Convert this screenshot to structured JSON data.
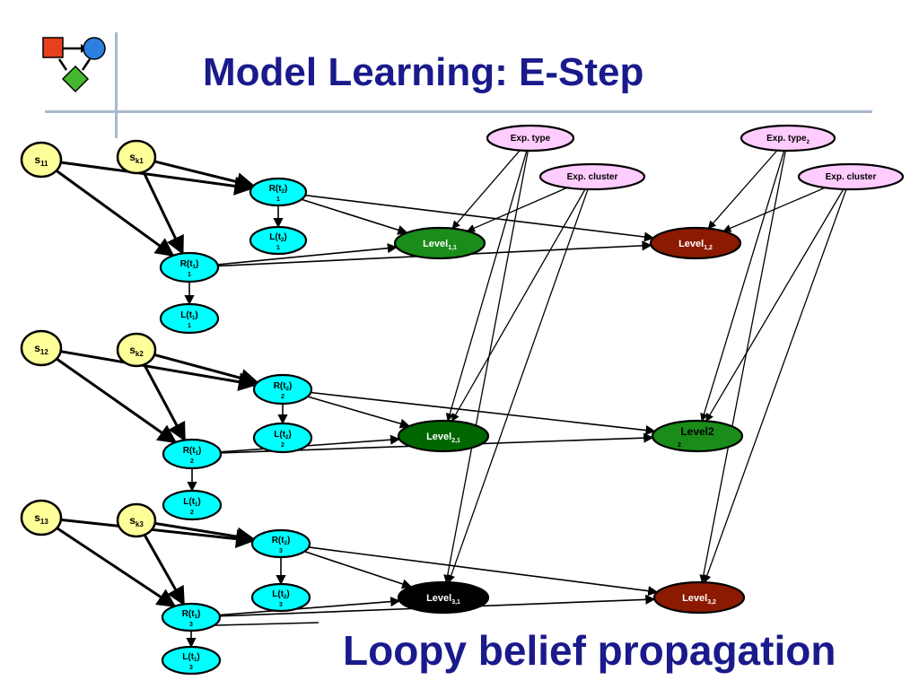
{
  "slide": {
    "title": "Model Learning: E-Step",
    "caption": "Loopy belief propagation",
    "logo_icon": "model-network-icon",
    "colors": {
      "title": "#1a1a8c",
      "s_node": "#ffff99",
      "r_node": "#00ffff",
      "exp_node": "#ffccff",
      "level_green_dark": "#006600",
      "level_green": "#1a8c1a",
      "level_brown": "#8b1a00",
      "level_black": "#000000"
    }
  },
  "nodes": {
    "s11": {
      "main": "s",
      "sub": "11"
    },
    "sk1": {
      "main": "s",
      "sub": "k1"
    },
    "s12": {
      "main": "s",
      "sub": "12"
    },
    "sk2": {
      "main": "s",
      "sub": "k2"
    },
    "s13": {
      "main": "s",
      "sub": "13"
    },
    "sk3": {
      "main": "s",
      "sub": "k3"
    },
    "Rt2_1": {
      "line1": "R(t",
      "sub1": "2",
      "line1_end": ")",
      "line2": "1"
    },
    "Lt2_1": {
      "line1": "L(t",
      "sub1": "2",
      "line1_end": ")",
      "line2": "1"
    },
    "Rt1_1": {
      "line1": "R(t",
      "sub1": "1",
      "line1_end": ")",
      "line2": "1"
    },
    "Lt1_1": {
      "line1": "L(t",
      "sub1": "1",
      "line1_end": ")",
      "line2": "1"
    },
    "Rt2_2": {
      "line1": "R(t",
      "sub1": "2",
      "line1_end": ")",
      "line2": "2"
    },
    "Lt2_2": {
      "line1": "L(t",
      "sub1": "2",
      "line1_end": ")",
      "line2": "2"
    },
    "Rt1_2": {
      "line1": "R(t",
      "sub1": "1",
      "line1_end": ")",
      "line2": "2"
    },
    "Lt1_2": {
      "line1": "L(t",
      "sub1": "1",
      "line1_end": ")",
      "line2": "2"
    },
    "Rt2_3": {
      "line1": "R(t",
      "sub1": "2",
      "line1_end": ")",
      "line2": "3"
    },
    "Lt2_3": {
      "line1": "L(t",
      "sub1": "2",
      "line1_end": ")",
      "line2": "3"
    },
    "Rt1_3": {
      "line1": "R(t",
      "sub1": "1",
      "line1_end": ")",
      "line2": "3"
    },
    "Lt1_3": {
      "line1": "L(t",
      "sub1": "1",
      "line1_end": ")",
      "line2": "3"
    },
    "exp_type1": {
      "main": "Exp. type",
      "sub": ""
    },
    "exp_type2": {
      "main": "Exp. type",
      "sub": "2"
    },
    "exp_cluster1": {
      "main": "Exp. cluster",
      "sub": ""
    },
    "exp_cluster2": {
      "main": "Exp. cluster",
      "sub": ""
    },
    "level11": {
      "main": "Level",
      "sub": "1,1"
    },
    "level12": {
      "main": "Level",
      "sub": "1,2"
    },
    "level21": {
      "main": "Level",
      "sub": "2,1"
    },
    "level22": {
      "main": "Level2",
      "sub": "",
      "line2": "2"
    },
    "level31": {
      "main": "Level",
      "sub": "3,1"
    },
    "level32": {
      "main": "Level",
      "sub": "3,2"
    }
  }
}
